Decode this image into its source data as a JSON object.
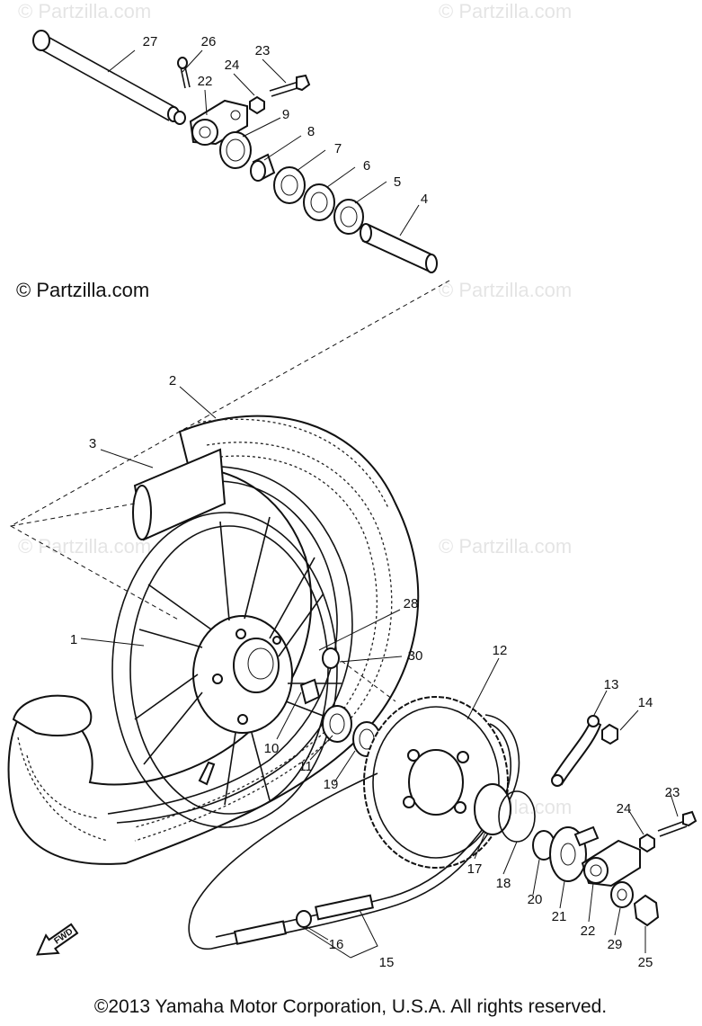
{
  "watermarks": {
    "text": "© Partzilla.com"
  },
  "callouts": [
    {
      "id": "27",
      "label": "27"
    },
    {
      "id": "26",
      "label": "26"
    },
    {
      "id": "23a",
      "label": "23"
    },
    {
      "id": "24a",
      "label": "24"
    },
    {
      "id": "22a",
      "label": "22"
    },
    {
      "id": "9",
      "label": "9"
    },
    {
      "id": "8",
      "label": "8"
    },
    {
      "id": "7",
      "label": "7"
    },
    {
      "id": "6",
      "label": "6"
    },
    {
      "id": "5",
      "label": "5"
    },
    {
      "id": "4",
      "label": "4"
    },
    {
      "id": "2",
      "label": "2"
    },
    {
      "id": "3",
      "label": "3"
    },
    {
      "id": "28",
      "label": "28"
    },
    {
      "id": "1",
      "label": "1"
    },
    {
      "id": "30",
      "label": "30"
    },
    {
      "id": "12",
      "label": "12"
    },
    {
      "id": "13",
      "label": "13"
    },
    {
      "id": "14",
      "label": "14"
    },
    {
      "id": "10",
      "label": "10"
    },
    {
      "id": "11",
      "label": "11"
    },
    {
      "id": "19",
      "label": "19"
    },
    {
      "id": "23b",
      "label": "23"
    },
    {
      "id": "24b",
      "label": "24"
    },
    {
      "id": "17",
      "label": "17"
    },
    {
      "id": "18",
      "label": "18"
    },
    {
      "id": "20",
      "label": "20"
    },
    {
      "id": "21",
      "label": "21"
    },
    {
      "id": "22b",
      "label": "22"
    },
    {
      "id": "29",
      "label": "29"
    },
    {
      "id": "25",
      "label": "25"
    },
    {
      "id": "16",
      "label": "16"
    },
    {
      "id": "15",
      "label": "15"
    }
  ],
  "fwd_label": "FWD",
  "footer": {
    "copyright": "©2013  Yamaha Motor Corporation, U.S.A. All rights reserved."
  }
}
